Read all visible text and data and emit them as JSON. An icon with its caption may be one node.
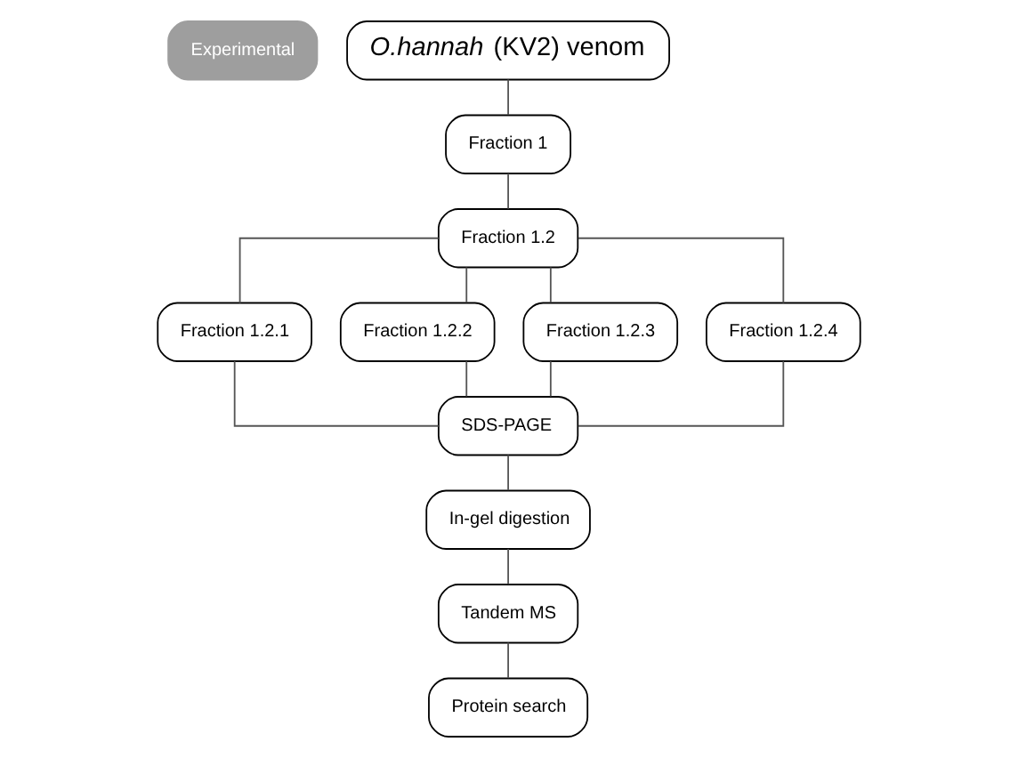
{
  "diagram": {
    "nodes": [
      {
        "text": [
          "Experimental"
        ]
      },
      {
        "text": [
          "*O.hannah* (KV2) venom"
        ]
      },
      {
        "text": [
          "Fraction 1"
        ]
      },
      {
        "text": [
          "Fraction 1.2"
        ]
      },
      {
        "text": [
          "Fraction 1.2.1"
        ]
      },
      {
        "text": [
          "Fraction 1.2.2"
        ]
      },
      {
        "text": [
          "Fraction 1.2.3"
        ]
      },
      {
        "text": [
          "Fraction 1.2.4"
        ]
      },
      {
        "text": [
          "SDS-PAGE"
        ]
      },
      {
        "text": [
          "In-gel digestion"
        ]
      },
      {
        "text": [
          "Tandem MS"
        ]
      },
      {
        "text": [
          "Protein search"
        ]
      }
    ],
    "edges": [
      {
        "from": 1,
        "to": 2,
        "arrow": "none"
      },
      {
        "from": 2,
        "to": 3,
        "arrow": "none"
      },
      {
        "from": 3,
        "to": 4,
        "arrow": "none"
      },
      {
        "from": 3,
        "to": 5,
        "arrow": "none"
      },
      {
        "from": 3,
        "to": 6,
        "arrow": "none"
      },
      {
        "from": 3,
        "to": 7,
        "arrow": "none"
      },
      {
        "from": 4,
        "to": 8,
        "arrow": "none"
      },
      {
        "from": 5,
        "to": 8,
        "arrow": "none"
      },
      {
        "from": 6,
        "to": 8,
        "arrow": "none"
      },
      {
        "from": 7,
        "to": 8,
        "arrow": "none"
      },
      {
        "from": 8,
        "to": 9,
        "arrow": "none"
      },
      {
        "from": 9,
        "to": 10,
        "arrow": "none"
      },
      {
        "from": 10,
        "to": 11,
        "arrow": "none"
      }
    ]
  }
}
